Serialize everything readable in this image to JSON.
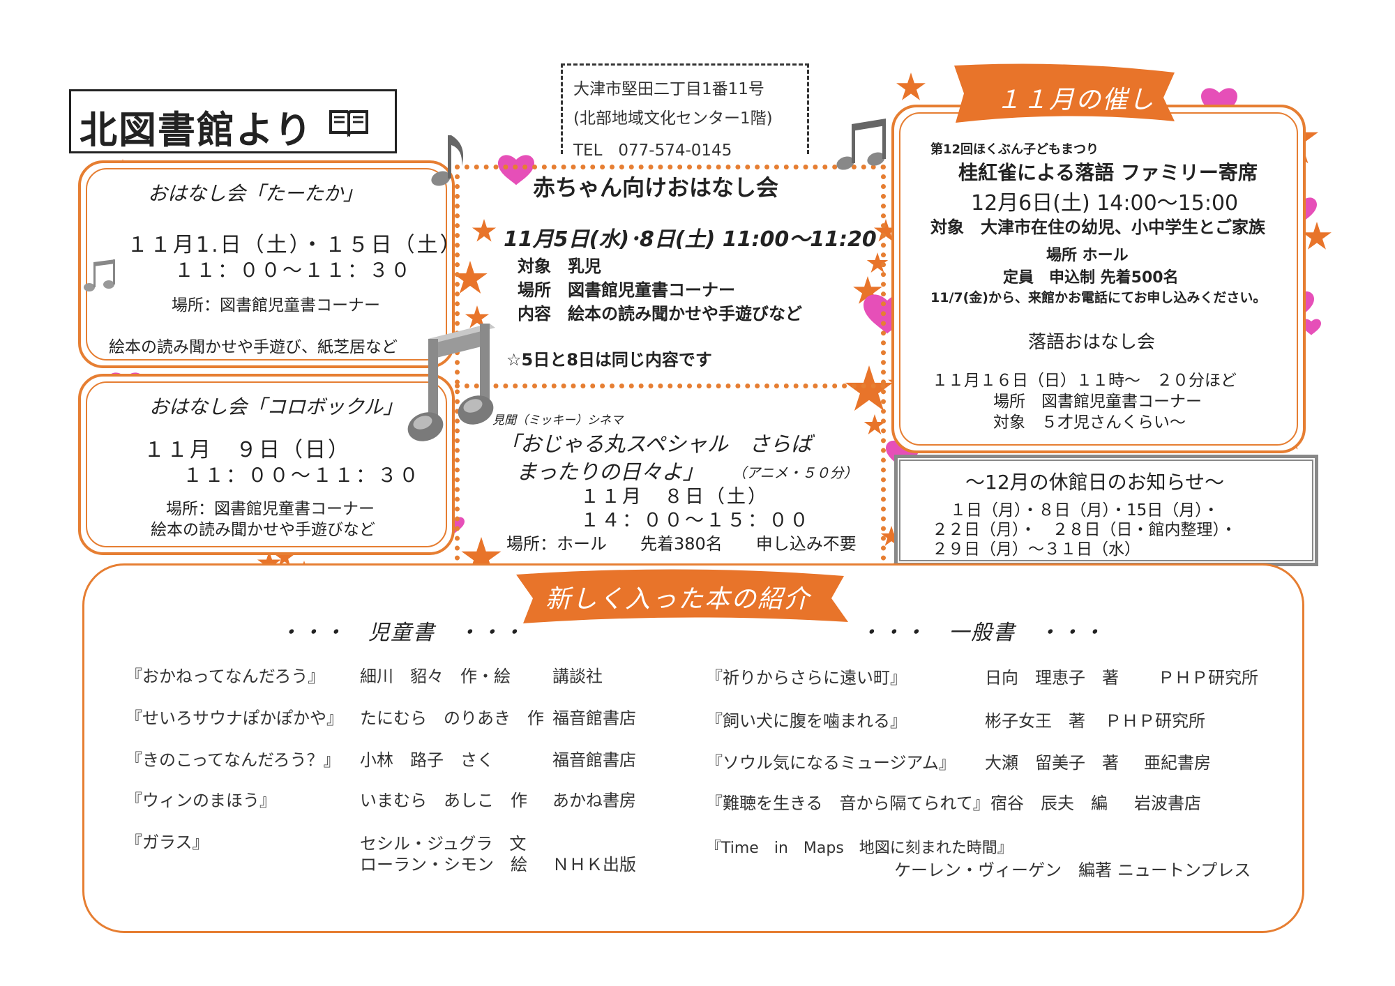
{
  "colors": {
    "accent": "#e67e32",
    "heart": "#e64fb8",
    "note": "#888888"
  },
  "title": "北図書館より",
  "address": {
    "line1": "大津市堅田二丁目1番11号",
    "line2": "(北部地域文化センター1階)",
    "line3": "TEL　077-574-0145"
  },
  "storytime1": {
    "heading": "おはなし会「たーたか」",
    "dates": "１１月1.日（土）・１５日（土）",
    "time": "１１：００～１１：３０",
    "place": "場所：図書館児童書コーナー",
    "content": "絵本の読み聞かせや手遊び、紙芝居など"
  },
  "storytime2": {
    "heading": "おはなし会「コロボックル」",
    "dates": "１１月　９日（日）",
    "time": "１１：００～１１：３０",
    "place": "場所：図書館児童書コーナー",
    "content": "絵本の読み聞かせや手遊びなど"
  },
  "baby": {
    "heading": "赤ちゃん向けおはなし会",
    "dates": "11月5日(水)･8日(土)  11:00～11:20",
    "target": "対象　乳児",
    "place": "場所　図書館児童書コーナー",
    "content": "内容　絵本の読み聞かせや手遊びなど",
    "note": "☆5日と8日は同じ内容です"
  },
  "cinema": {
    "label": "見聞（ミッキー）シネマ",
    "title1": "「おじゃる丸スペシャル　さらば",
    "title2": "まったりの日々よ」",
    "genre": "（アニメ・５０分）",
    "date": "１１月　８日（土）",
    "time": "１４：００～１５：００",
    "place": "場所：ホール　　先着380名　　申し込み不要"
  },
  "event": {
    "banner": "１１月の催し",
    "festival": "第12回ほくぶん子どもまつり",
    "title": "桂紅雀による落語 ファミリー寄席",
    "date": "12月6日(土) 14:00～15:00",
    "target": "対象　大津市在住の幼児、小中学生とご家族",
    "place": "場所 ホール",
    "capacity": "定員　申込制 先着500名",
    "apply": "11/7(金)から、来館かお電話にてお申し込みください。",
    "rakugo_heading": "落語おはなし会",
    "rakugo_date": "１１月１６日（日）１１時～　２０分ほど",
    "rakugo_place": "場所　図書館児童書コーナー",
    "rakugo_target": "対象　５才児さんくらい～"
  },
  "holiday": {
    "heading": "～12月の休館日のお知らせ～",
    "line1": "１日（月）・８日（月）・15日（月）・",
    "line2": "２２日（月）・　２８日（日・館内整理）・",
    "line3": "２９日（月）～３１日（水）"
  },
  "books": {
    "banner": "新しく入った本の紹介",
    "children_heading": "・・・　児童書　・・・",
    "general_heading": "・・・　一般書　・・・",
    "children": [
      {
        "title": "『おかねってなんだろう』",
        "author": "細川　貂々　作・絵",
        "publisher": "講談社"
      },
      {
        "title": "『せいろサウナぽかぽかや』",
        "author": "たにむら　のりあき　作",
        "publisher": "福音館書店"
      },
      {
        "title": "『きのこってなんだろう？』",
        "author": "小林　路子　さく",
        "publisher": "福音館書店"
      },
      {
        "title": "『ウィンのまほう』",
        "author": "いまむら　あしこ　作",
        "publisher": "あかね書房"
      },
      {
        "title": "『ガラス』",
        "author": "セシル・ジュグラ　文",
        "author2": "ローラン・シモン　絵",
        "publisher": "ＮＨＫ出版"
      }
    ],
    "general": [
      {
        "title": "『祈りからさらに遠い町』",
        "author": "日向　理恵子　著",
        "publisher": "ＰＨＰ研究所"
      },
      {
        "title": "『飼い犬に腹を噛まれる』",
        "author": "彬子女王　著",
        "publisher": "ＰＨＰ研究所"
      },
      {
        "title": "『ソウル気になるミュージアム』",
        "author": "大瀬　留美子　著",
        "publisher": "亜紀書房"
      },
      {
        "title": "『難聴を生きる　音から隔てられて』",
        "author": "宿谷　辰夫　編",
        "publisher": "岩波書店"
      },
      {
        "title": "『Time　in　Maps　地図に刻まれた時間』",
        "author": "ケーレン・ヴィーゲン　編著",
        "publisher": "ニュートンプレス"
      }
    ]
  }
}
